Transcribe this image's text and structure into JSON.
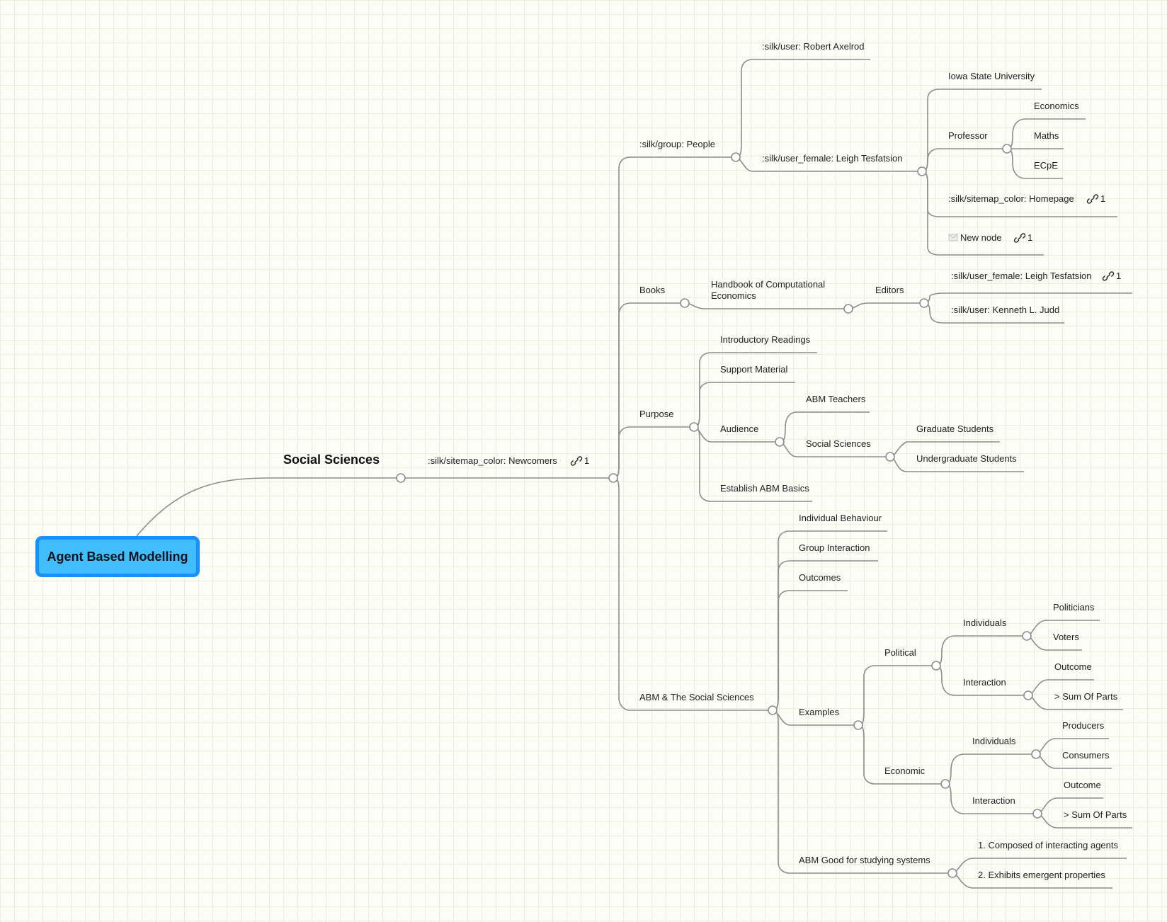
{
  "root": {
    "label": "Agent Based Modelling"
  },
  "branch": {
    "label": "Social Sciences"
  },
  "newcomers": {
    "label": ":silk/sitemap_color: Newcomers",
    "link_count": "1"
  },
  "people": {
    "label": ":silk/group: People",
    "axelrod": ":silk/user: Robert Axelrod",
    "tesfatsion": {
      "label": ":silk/user_female: Leigh Tesfatsion",
      "iowa": "Iowa State University",
      "professor": {
        "label": "Professor",
        "economics": "Economics",
        "maths": "Maths",
        "ecpe": "ECpE"
      },
      "homepage": {
        "label": ":silk/sitemap_color: Homepage",
        "link_count": "1"
      },
      "new_node": {
        "label": "New node",
        "link_count": "1"
      }
    }
  },
  "books": {
    "label": "Books",
    "handbook": {
      "line1": "Handbook of Computational",
      "line2": "Economics"
    },
    "editors": {
      "label": "Editors",
      "tesfatsion": {
        "label": ":silk/user_female: Leigh Tesfatsion",
        "link_count": "1"
      },
      "judd": ":silk/user: Kenneth L. Judd"
    }
  },
  "purpose": {
    "label": "Purpose",
    "intro": "Introductory Readings",
    "support": "Support Material",
    "audience": {
      "label": "Audience",
      "teachers": "ABM Teachers",
      "social": {
        "label": "Social Sciences",
        "grad": "Graduate Students",
        "undergrad": "Undergraduate Students"
      }
    },
    "basics": "Establish ABM Basics"
  },
  "abm": {
    "label": "ABM & The Social Sciences",
    "individual": "Individual Behaviour",
    "group": "Group Interaction",
    "outcomes": "Outcomes",
    "examples": {
      "label": "Examples",
      "political": {
        "label": "Political",
        "individuals": {
          "label": "Individuals",
          "politicians": "Politicians",
          "voters": "Voters"
        },
        "interaction": {
          "label": "Interaction",
          "outcome": "Outcome",
          "sum": "> Sum Of Parts"
        }
      },
      "economic": {
        "label": "Economic",
        "individuals": {
          "label": "Individuals",
          "producers": "Producers",
          "consumers": "Consumers"
        },
        "interaction": {
          "label": "Interaction",
          "outcome": "Outcome",
          "sum": "> Sum Of Parts"
        }
      }
    },
    "good": {
      "label": "ABM Good for studying systems",
      "composed": "1. Composed of interacting agents",
      "emergent": "2. Exhibits emergent properties"
    }
  },
  "colors": {
    "root_fill": "#40bdfa",
    "root_border": "#1a8fff",
    "line": "#8d8d8d"
  }
}
